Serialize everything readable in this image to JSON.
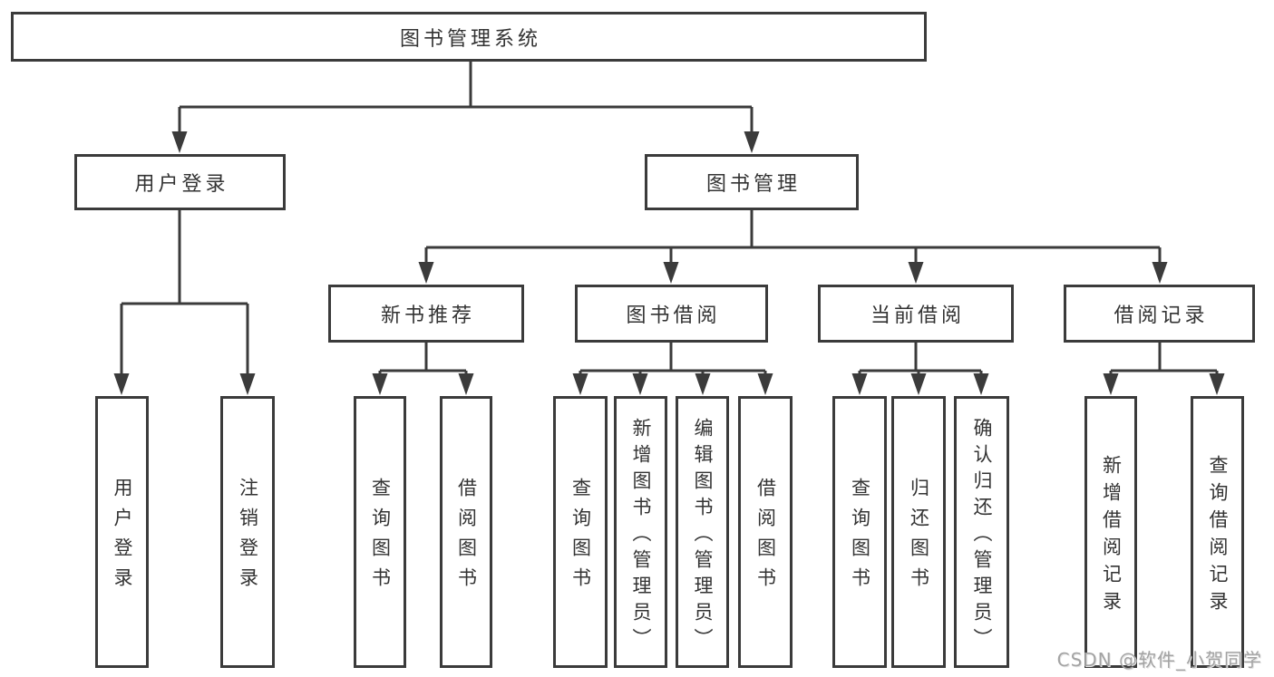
{
  "diagram": {
    "tree": {
      "label": "图书管理系统",
      "children": [
        {
          "label": "用户登录",
          "children": [
            {
              "label": "用户登录"
            },
            {
              "label": "注销登录"
            }
          ]
        },
        {
          "label": "图书管理",
          "children": [
            {
              "label": "新书推荐",
              "children": [
                {
                  "label": "查询图书"
                },
                {
                  "label": "借阅图书"
                }
              ]
            },
            {
              "label": "图书借阅",
              "children": [
                {
                  "label": "查询图书"
                },
                {
                  "label": "新增图书（管理员）"
                },
                {
                  "label": "编辑图书（管理员）"
                },
                {
                  "label": "借阅图书"
                }
              ]
            },
            {
              "label": "当前借阅",
              "children": [
                {
                  "label": "查询图书"
                },
                {
                  "label": "归还图书"
                },
                {
                  "label": "确认归还（管理员）"
                }
              ]
            },
            {
              "label": "借阅记录",
              "children": [
                {
                  "label": "新增借阅记录"
                },
                {
                  "label": "查询借阅记录"
                }
              ]
            }
          ]
        }
      ]
    },
    "watermark": "CSDN @软件_小贺同学",
    "colors": {
      "line": "#3b3b3b",
      "box_border": "#3b3b3b",
      "text": "#333333",
      "watermark": "#a3a3a3",
      "background": "#ffffff"
    }
  }
}
